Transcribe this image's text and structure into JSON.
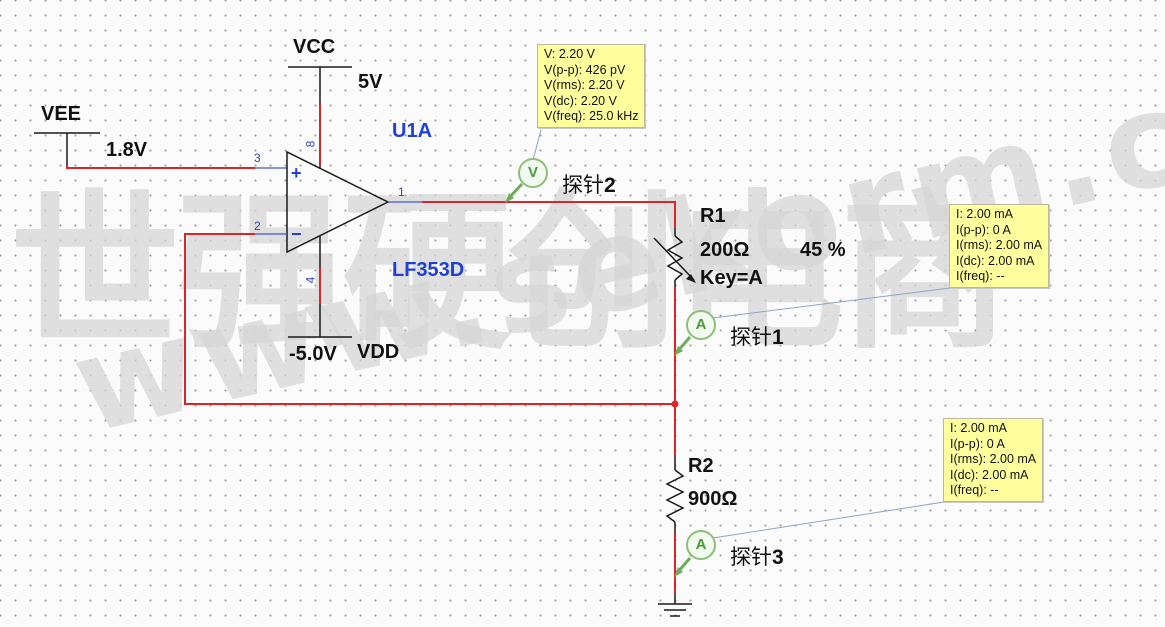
{
  "watermark": {
    "chinese": "世强硬创电商",
    "url": "www.sekorm.com"
  },
  "components": {
    "vcc": {
      "name": "VCC",
      "value": "5V"
    },
    "vee": {
      "name": "VEE",
      "value": "1.8V"
    },
    "vdd": {
      "name": "VDD",
      "value": "-5.0V"
    },
    "opamp": {
      "ref": "U1A",
      "model": "LF353D",
      "plus": "+",
      "minus": "−",
      "pins": {
        "p3": "3",
        "p2": "2",
        "p1": "1",
        "p8": "8",
        "p4": "4"
      }
    },
    "r1": {
      "ref": "R1",
      "value": "200Ω",
      "percent": "45 %",
      "key": "Key=A"
    },
    "r2": {
      "ref": "R2",
      "value": "900Ω"
    }
  },
  "probes": {
    "p2": {
      "label_cn": "探针",
      "label_num": "2",
      "meter": "V",
      "readings": [
        "V: 2.20 V",
        "V(p-p): 426 pV",
        "V(rms): 2.20 V",
        "V(dc): 2.20 V",
        "V(freq): 25.0 kHz"
      ]
    },
    "p1": {
      "label_cn": "探针",
      "label_num": "1",
      "meter": "A",
      "readings": [
        "I: 2.00 mA",
        "I(p-p): 0 A",
        "I(rms): 2.00 mA",
        "I(dc): 2.00 mA",
        "I(freq): --"
      ]
    },
    "p3": {
      "label_cn": "探针",
      "label_num": "3",
      "meter": "A",
      "readings": [
        "I: 2.00 mA",
        "I(p-p): 0 A",
        "I(rms): 2.00 mA",
        "I(dc): 2.00 mA",
        "I(freq): --"
      ]
    }
  },
  "colors": {
    "wire": "#d8262b",
    "component": "#1a1a1a",
    "probe": "#6cae5a",
    "tooltip": "#ffff9e",
    "label_blue": "#1f3fd6"
  }
}
